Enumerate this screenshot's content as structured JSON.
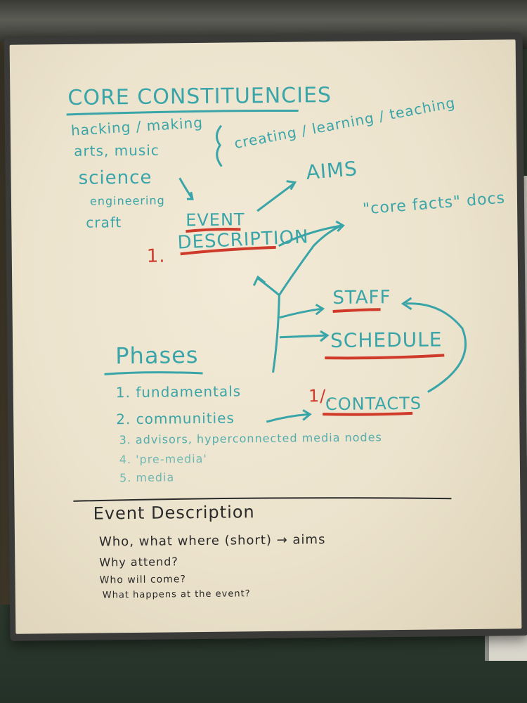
{
  "colors": {
    "teal_marker": "#3aa5a8",
    "red_marker": "#cf3a2a",
    "black_marker": "#2a2a2a",
    "board": "#ece3cd"
  },
  "whiteboard": {
    "heading": "CORE CONSTITUENCIES",
    "constituencies": [
      "hacking / making",
      "arts, music",
      "science",
      "engineering",
      "craft"
    ],
    "creating_line": "creating / learning / teaching",
    "aims": "AIMS",
    "core_facts": "\"core facts\" docs",
    "step_1_number": "1.",
    "event_description_word1": "EVENT",
    "event_description_word2": "DESCRIPTION",
    "staff": "STAFF",
    "schedule": "SCHEDULE",
    "step_2_number": "1/.",
    "contacts": "CONTACTS",
    "phases_heading": "Phases",
    "phases": [
      "1. fundamentals",
      "2. communities",
      "3. advisors, hyperconnected media nodes",
      "4. 'pre-media'",
      "5. media"
    ],
    "event_desc_heading": "Event Description",
    "event_desc_items": [
      "Who, what where (short) → aims",
      "Why attend?",
      "Who will come?",
      "What happens at the event?"
    ]
  }
}
